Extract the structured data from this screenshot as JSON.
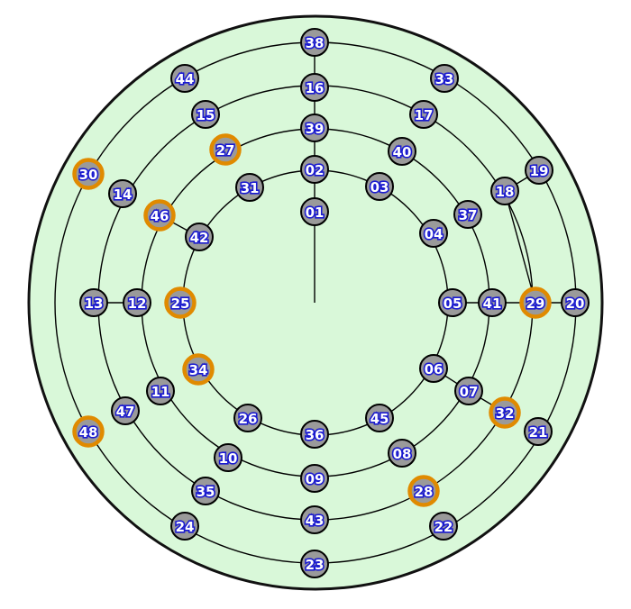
{
  "colors": {
    "board_fill": "#d9f8d9",
    "board_stroke": "#111111",
    "line": "#000000",
    "node_fill": "#9a9a9a",
    "node_stroke": "#000000",
    "label_fill": "#ffffff",
    "label_outline": "#1a1ad0",
    "highlight_ring": "#e08a00"
  },
  "nodes": [
    {
      "label": "01",
      "highlight": false
    },
    {
      "label": "02",
      "highlight": false
    },
    {
      "label": "03",
      "highlight": false
    },
    {
      "label": "04",
      "highlight": false
    },
    {
      "label": "05",
      "highlight": false
    },
    {
      "label": "06",
      "highlight": false
    },
    {
      "label": "07",
      "highlight": false
    },
    {
      "label": "08",
      "highlight": false
    },
    {
      "label": "09",
      "highlight": false
    },
    {
      "label": "10",
      "highlight": false
    },
    {
      "label": "11",
      "highlight": false
    },
    {
      "label": "12",
      "highlight": false
    },
    {
      "label": "13",
      "highlight": false
    },
    {
      "label": "14",
      "highlight": false
    },
    {
      "label": "15",
      "highlight": false
    },
    {
      "label": "16",
      "highlight": false
    },
    {
      "label": "17",
      "highlight": false
    },
    {
      "label": "18",
      "highlight": false
    },
    {
      "label": "19",
      "highlight": false
    },
    {
      "label": "20",
      "highlight": false
    },
    {
      "label": "21",
      "highlight": false
    },
    {
      "label": "22",
      "highlight": false
    },
    {
      "label": "23",
      "highlight": false
    },
    {
      "label": "24",
      "highlight": false
    },
    {
      "label": "25",
      "highlight": true
    },
    {
      "label": "26",
      "highlight": false
    },
    {
      "label": "27",
      "highlight": true
    },
    {
      "label": "28",
      "highlight": true
    },
    {
      "label": "29",
      "highlight": true
    },
    {
      "label": "30",
      "highlight": true
    },
    {
      "label": "31",
      "highlight": false
    },
    {
      "label": "32",
      "highlight": true
    },
    {
      "label": "33",
      "highlight": false
    },
    {
      "label": "34",
      "highlight": true
    },
    {
      "label": "35",
      "highlight": false
    },
    {
      "label": "36",
      "highlight": false
    },
    {
      "label": "37",
      "highlight": false
    },
    {
      "label": "38",
      "highlight": false
    },
    {
      "label": "39",
      "highlight": false
    },
    {
      "label": "40",
      "highlight": false
    },
    {
      "label": "41",
      "highlight": false
    },
    {
      "label": "42",
      "highlight": false
    },
    {
      "label": "43",
      "highlight": false
    },
    {
      "label": "44",
      "highlight": false
    },
    {
      "label": "45",
      "highlight": false
    },
    {
      "label": "46",
      "highlight": true
    },
    {
      "label": "47",
      "highlight": false
    },
    {
      "label": "48",
      "highlight": true
    }
  ]
}
